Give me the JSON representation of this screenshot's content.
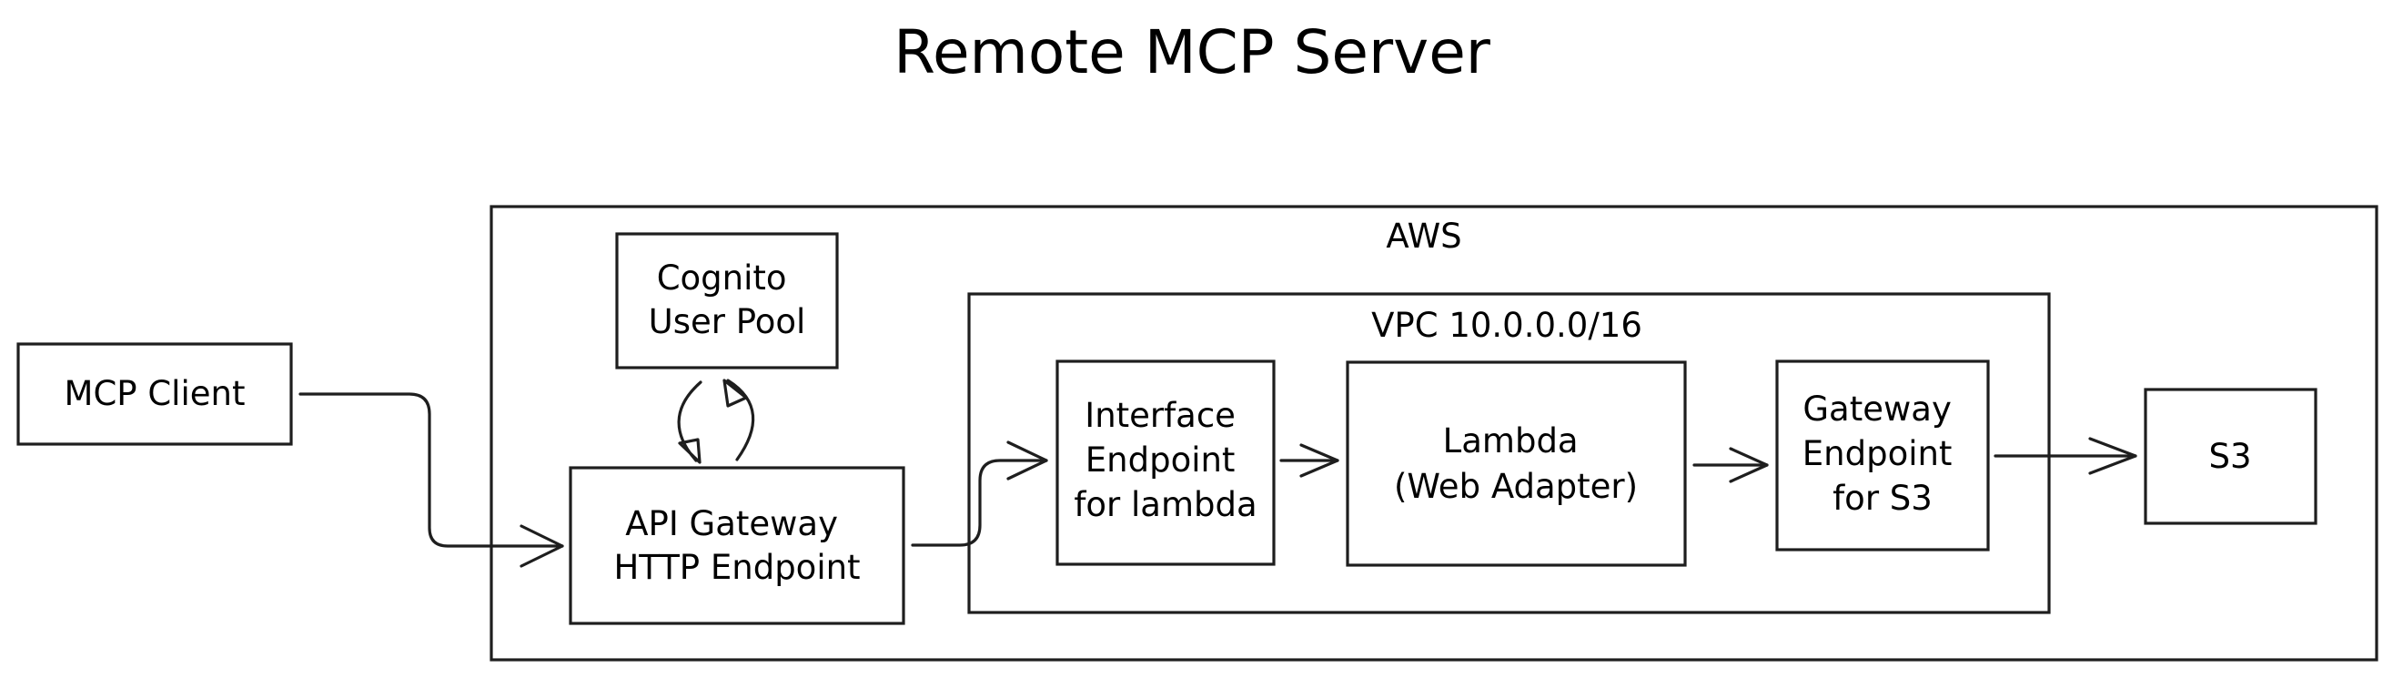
{
  "title": "Remote MCP Server",
  "groups": {
    "aws": {
      "label": "AWS"
    },
    "vpc": {
      "label": "VPC 10.0.0.0/16"
    }
  },
  "nodes": {
    "mcp_client": {
      "lines": [
        "MCP Client"
      ]
    },
    "cognito": {
      "lines": [
        "Cognito",
        "User Pool"
      ]
    },
    "api_gateway": {
      "lines": [
        "API Gateway",
        "HTTP Endpoint"
      ]
    },
    "interface_endpoint": {
      "lines": [
        "Interface",
        "Endpoint",
        "for lambda"
      ]
    },
    "lambda": {
      "lines": [
        "Lambda",
        "(Web Adapter)"
      ]
    },
    "gateway_endpoint": {
      "lines": [
        "Gateway",
        "Endpoint",
        "for S3"
      ]
    },
    "s3": {
      "lines": [
        "S3"
      ]
    }
  },
  "edges": [
    {
      "from": "MCP Client",
      "to": "API Gateway HTTP Endpoint"
    },
    {
      "from": "API Gateway HTTP Endpoint",
      "to": "Cognito User Pool"
    },
    {
      "from": "Cognito User Pool",
      "to": "API Gateway HTTP Endpoint"
    },
    {
      "from": "API Gateway HTTP Endpoint",
      "to": "Interface Endpoint for lambda"
    },
    {
      "from": "Interface Endpoint for lambda",
      "to": "Lambda (Web Adapter)"
    },
    {
      "from": "Lambda (Web Adapter)",
      "to": "Gateway Endpoint for S3"
    },
    {
      "from": "Gateway Endpoint for S3",
      "to": "S3"
    }
  ]
}
